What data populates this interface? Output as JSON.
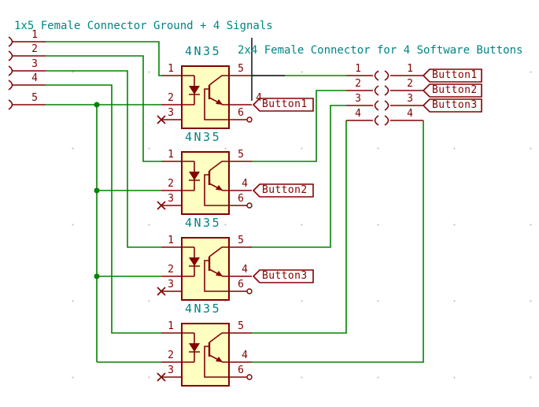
{
  "titles": {
    "left_connector_title": "1x5 Female Connector Ground + 4 Signals",
    "right_connector_title": "2x4 Female Connector for 4 Software Buttons"
  },
  "left_connector": {
    "pin_numbers": [
      "1",
      "2",
      "3",
      "4",
      "5"
    ]
  },
  "optocouplers": [
    {
      "name": "4N35",
      "pin_numbers_left": [
        "1",
        "2",
        "3"
      ],
      "pin_numbers_right": [
        "5",
        "4",
        "6"
      ],
      "output_label": "Button1"
    },
    {
      "name": "4N35",
      "pin_numbers_left": [
        "1",
        "2",
        "3"
      ],
      "pin_numbers_right": [
        "5",
        "4",
        "6"
      ],
      "output_label": "Button2"
    },
    {
      "name": "4N35",
      "pin_numbers_left": [
        "1",
        "2",
        "3"
      ],
      "pin_numbers_right": [
        "5",
        "4",
        "6"
      ],
      "output_label": "Button3"
    },
    {
      "name": "4N35",
      "pin_numbers_left": [
        "1",
        "2",
        "3"
      ],
      "pin_numbers_right": [
        "5",
        "4",
        "6"
      ]
    }
  ],
  "right_connector": {
    "left_pin_numbers": [
      "1",
      "2",
      "3",
      "4"
    ],
    "right_pin_numbers": [
      "1",
      "2",
      "3",
      "4"
    ],
    "net_labels": [
      "Button1",
      "Button2",
      "Button3"
    ]
  },
  "colors": {
    "wire": "#008400",
    "component": "#840000",
    "text": "#008484",
    "component_fill": "#FFFFC2",
    "graphic_line": "#000000",
    "background": "#FFFFFF"
  }
}
